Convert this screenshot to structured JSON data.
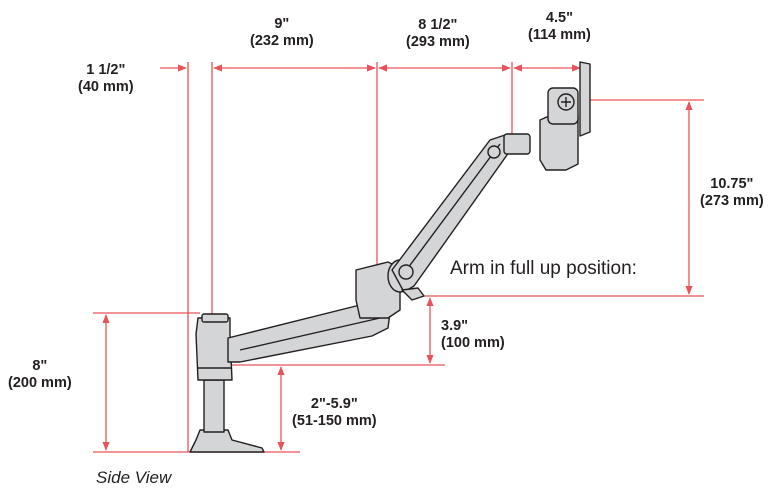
{
  "colors": {
    "dimension_line": "#e8535b",
    "part_fill": "#d4d5d7",
    "part_stroke": "#231f20",
    "text": "#231f20"
  },
  "dimensions": {
    "base_offset": {
      "imperial": "1 1/2\"",
      "metric": "(40 mm)"
    },
    "arm_segment_1": {
      "imperial": "9\"",
      "metric": "(232 mm)"
    },
    "arm_segment_2": {
      "imperial": "8 1/2\"",
      "metric": "(293 mm)"
    },
    "tilt_head": {
      "imperial": "4.5\"",
      "metric": "(114 mm)"
    },
    "full_up_height": {
      "imperial": "10.75\"",
      "metric": "(273 mm)"
    },
    "arm_rise": {
      "imperial": "3.9\"",
      "metric": "(100 mm)"
    },
    "pole_height": {
      "imperial": "8\"",
      "metric": "(200 mm)"
    },
    "clamp_range": {
      "imperial": "2\"-5.9\"",
      "metric": "(51-150 mm)"
    }
  },
  "labels": {
    "full_up": "Arm in full up position:",
    "view": "Side View"
  }
}
